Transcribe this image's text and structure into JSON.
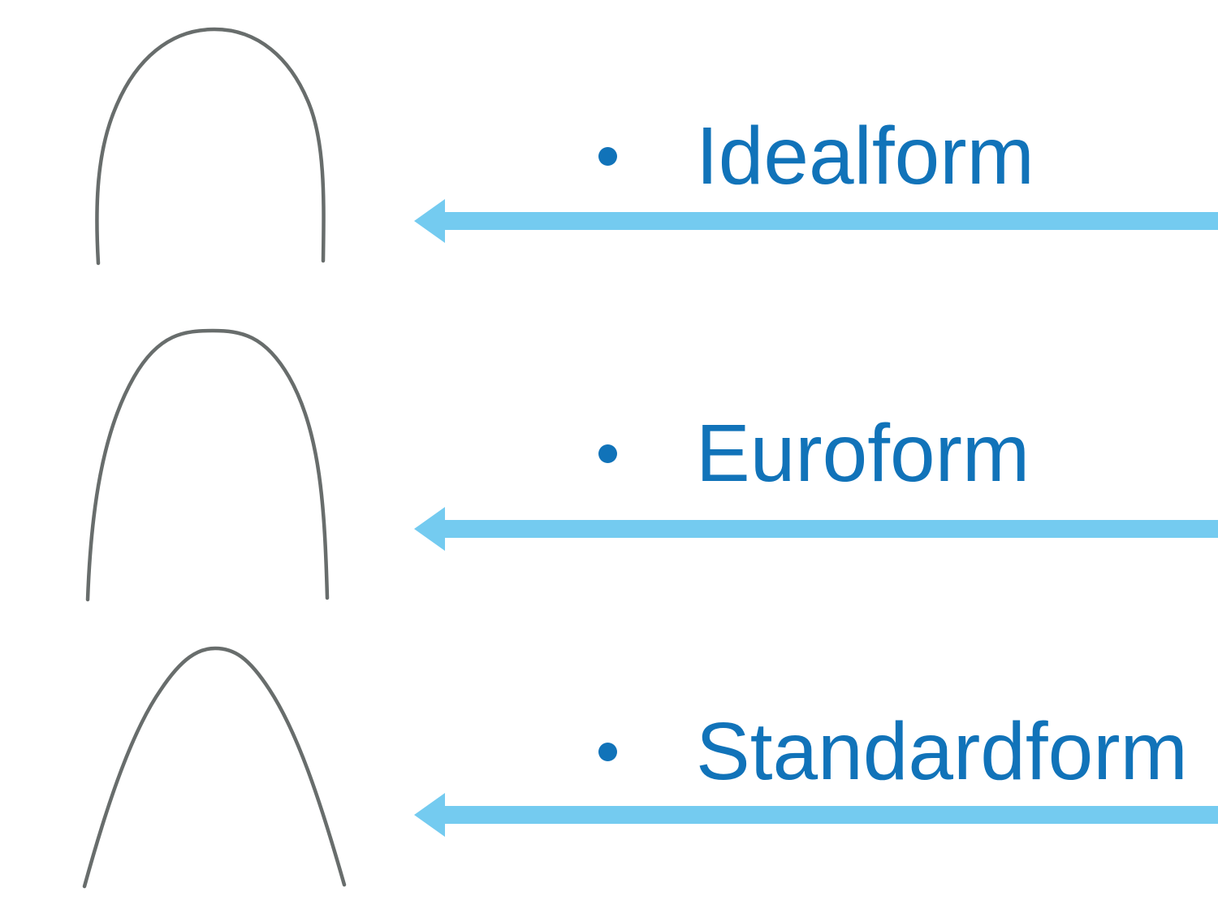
{
  "slide": {
    "type": "presentation-diagram",
    "topic": "orthodontic archwire forms",
    "background": "#FFFFFF",
    "colors": {
      "label_text": "#1173B9",
      "bullet": "#1173B9",
      "arrow": "#74CBF0",
      "wire": "#686D6C"
    },
    "items": [
      {
        "label": "Idealform",
        "image": "idealform-archwire",
        "arrow_direction": "left"
      },
      {
        "label": "Euroform",
        "image": "euroform-archwire",
        "arrow_direction": "left"
      },
      {
        "label": "Standardform",
        "image": "standardform-archwire",
        "arrow_direction": "left"
      }
    ]
  }
}
